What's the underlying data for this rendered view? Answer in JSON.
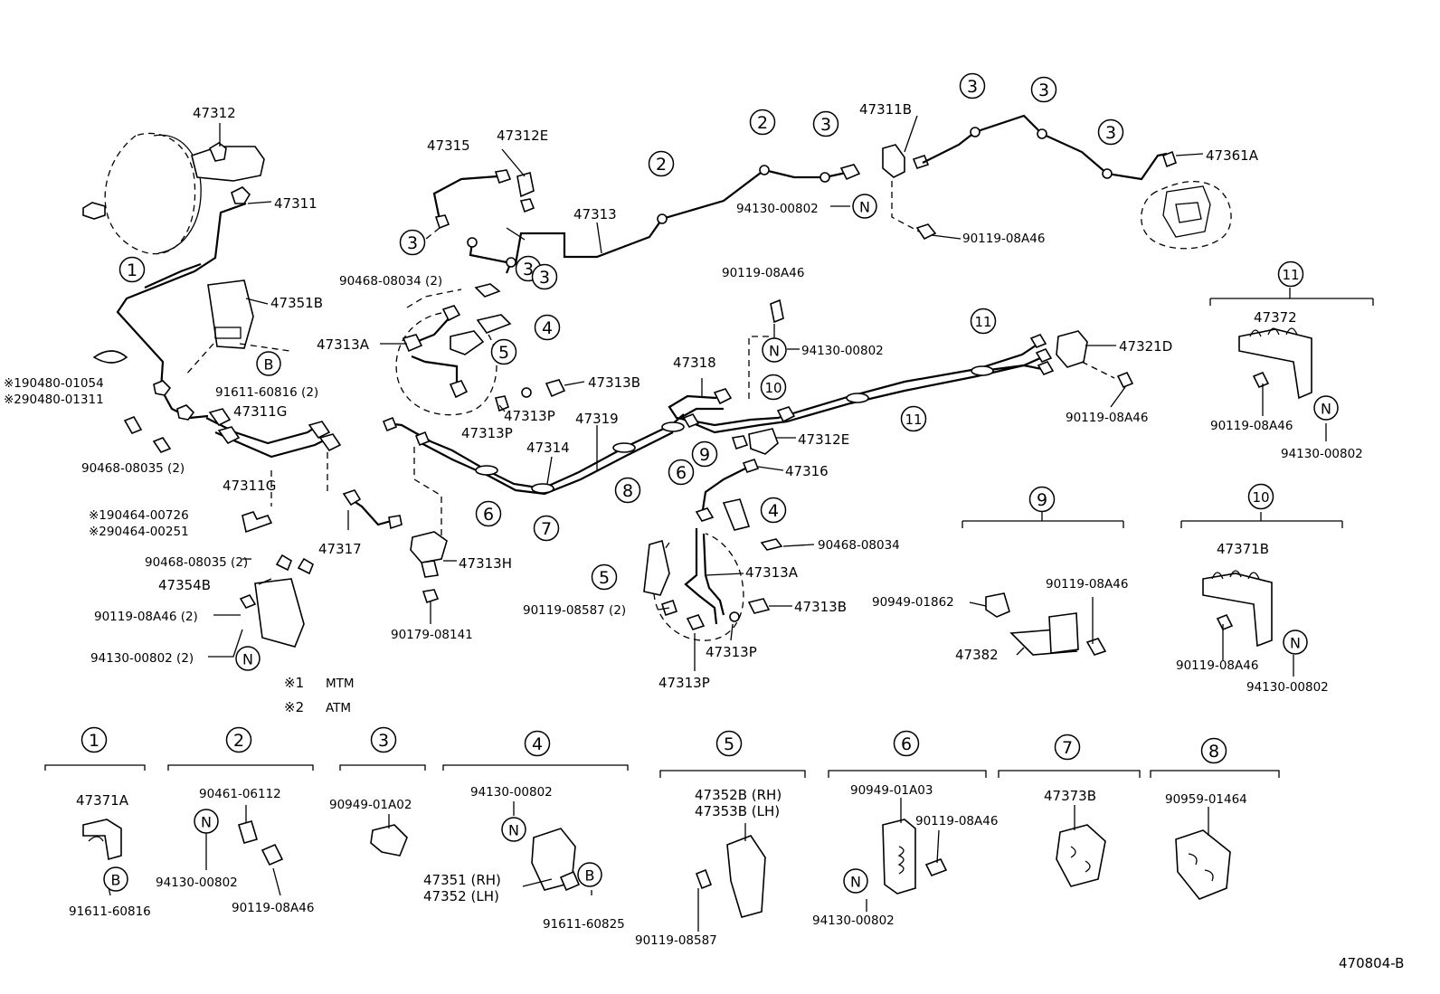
{
  "diagram_code": "470804-B",
  "notes": [
    {
      "symbol": "※1",
      "text": "MTM"
    },
    {
      "symbol": "※2",
      "text": "ATM"
    }
  ],
  "labels": {
    "l47312": "47312",
    "l47311": "47311",
    "l47351B": "47351B",
    "n1_90480": "※190480-01054",
    "n2_90480": "※290480-01311",
    "l91611_2": "91611-60816 (2)",
    "l47311G_a": "47311G",
    "l47311G_b": "47311G",
    "l90468_08035_a": "90468-08035 (2)",
    "n1_90464": "※190464-00726",
    "n2_90464": "※290464-00251",
    "l90468_08035_b": "90468-08035 (2)",
    "l47354B": "47354B",
    "l90119_2": "90119-08A46 (2)",
    "l94130_2": "94130-00802 (2)",
    "l47317": "47317",
    "l47313H": "47313H",
    "l90179": "90179-08141",
    "l47315": "47315",
    "l47312E_a": "47312E",
    "l47313": "47313",
    "l90468_08034_2": "90468-08034 (2)",
    "l47313A_a": "47313A",
    "l47313B_a": "47313B",
    "l47313P_a": "47313P",
    "l47313P_b": "47313P",
    "l47319": "47319",
    "l47314": "47314",
    "l47318": "47318",
    "l47311B": "47311B",
    "l94130_top": "94130-00802",
    "l90119_top": "90119-08A46",
    "l47361A": "47361A",
    "l90119_mid": "90119-08A46",
    "l94130_mid": "94130-00802",
    "l47321D": "47321D",
    "l90119_right": "90119-08A46",
    "l47312E_b": "47312E",
    "l47316": "47316",
    "l90468_08034": "90468-08034",
    "l47313A_b": "47313A",
    "l90119_08587_2": "90119-08587 (2)",
    "l47313B_b": "47313B",
    "l47313P_c": "47313P",
    "l47313P_d": "47313P",
    "l47372": "47372",
    "l90119_k11": "90119-08A46",
    "l94130_k11": "94130-00802",
    "l90119_k9": "90119-08A46",
    "l90949_01862": "90949-01862",
    "l47382": "47382",
    "l47371B": "47371B",
    "l90119_k10": "90119-08A46",
    "l94130_k10": "94130-00802",
    "k1_47371A": "47371A",
    "k1_91611": "91611-60816",
    "k2_90461": "90461-06112",
    "k2_94130": "94130-00802",
    "k2_90119": "90119-08A46",
    "k3_90949": "90949-01A02",
    "k4_94130": "94130-00802",
    "k4_47351": "47351 (RH)",
    "k4_47352": "47352 (LH)",
    "k4_91611": "91611-60825",
    "k5_47352B": "47352B (RH)",
    "k5_47353B": "47353B (LH)",
    "k5_90119": "90119-08587",
    "k6_90949": "90949-01A03",
    "k6_90119": "90119-08A46",
    "k6_94130": "94130-00802",
    "k7_47373B": "47373B",
    "k8_90959": "90959-01464"
  },
  "markers": {
    "one": "1",
    "two": "2",
    "three": "3",
    "four": "4",
    "five": "5",
    "six": "6",
    "seven": "7",
    "eight": "8",
    "nine": "9",
    "ten": "10",
    "eleven": "11",
    "N": "N",
    "B": "B"
  }
}
